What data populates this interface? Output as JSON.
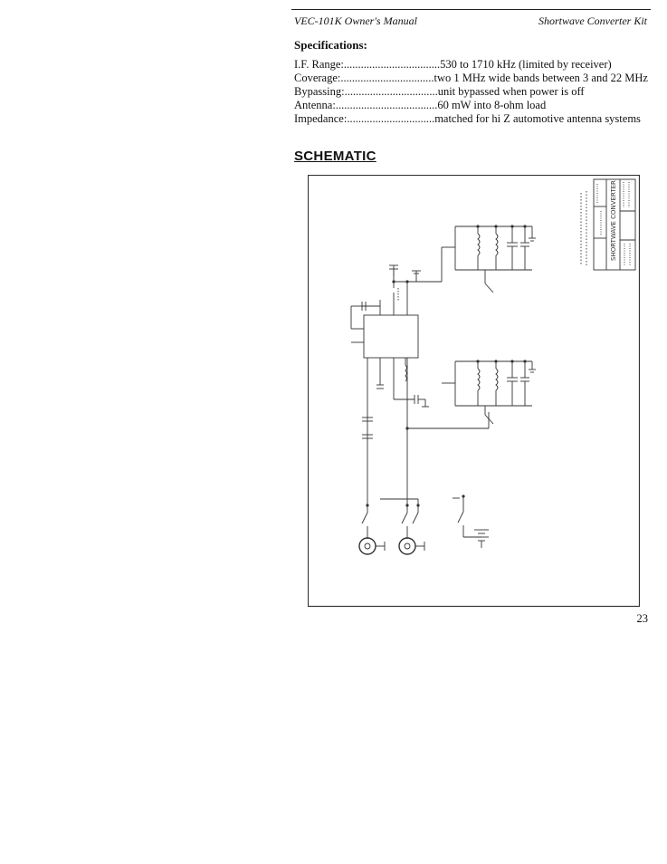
{
  "header": {
    "left": "VEC-101K Owner's Manual",
    "right": "Shortwave Converter Kit"
  },
  "specs": {
    "title": "Specifications:",
    "rows": [
      {
        "label": "I.F. Range:",
        "dots": "..................................",
        "value": "530 to 1710 kHz (limited by receiver)"
      },
      {
        "label": "Coverage:",
        "dots": ".................................",
        "value": "two 1 MHz wide bands between 3 and 22 MHz"
      },
      {
        "label": "Bypassing:",
        "dots": ".................................",
        "value": "unit bypassed when power is off"
      },
      {
        "label": "Antenna:",
        "dots": "....................................",
        "value": "60 mW into 8-ohm load"
      },
      {
        "label": "Impedance:",
        "dots": "...............................",
        "value": "matched for hi Z automotive antenna systems"
      }
    ]
  },
  "schematic": {
    "heading": "SCHEMATIC",
    "title_block": "SHORTWAVE CONVERTER"
  },
  "page_number": "23"
}
